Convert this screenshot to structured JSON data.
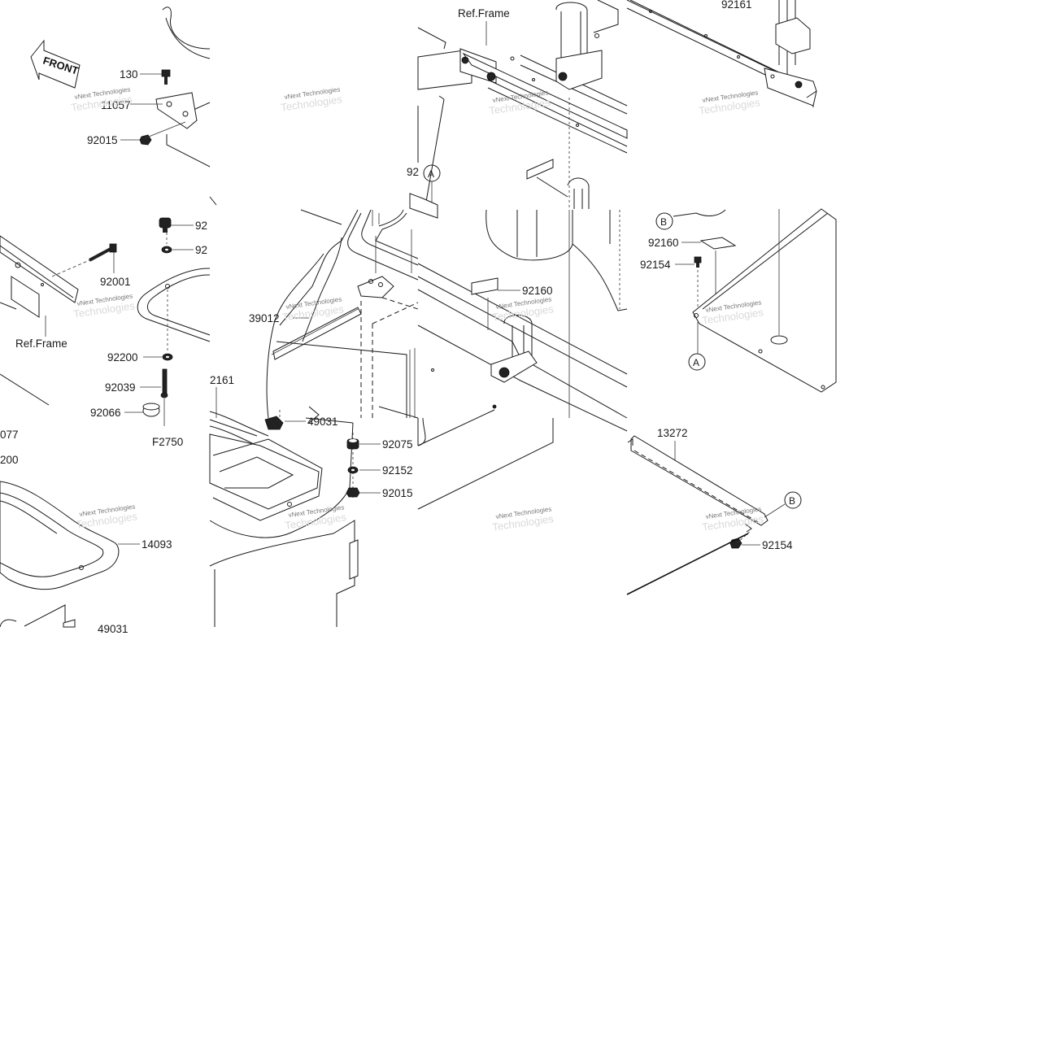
{
  "diagram": {
    "front_label": "FRONT",
    "figure_code": "F2750",
    "ref_frame_label": "Ref.Frame",
    "parts": {
      "p130": "130",
      "p11057": "11057",
      "p92015_top": "92015",
      "p92161_top": "92161",
      "p92_a": "92",
      "p92_b": "92",
      "p92_c": "92",
      "p92001": "92001",
      "p92200": "92200",
      "p92039": "92039",
      "p92066": "92066",
      "p39012": "39012",
      "p49031": "49031",
      "p92160_mid": "92160",
      "p92160_right": "92160",
      "p92154_top": "92154",
      "p92075": "92075",
      "p92152": "92152",
      "p92015_bot": "92015",
      "p2161": "2161",
      "p077": "077",
      "p200": "200",
      "p14093": "14093",
      "p13272": "13272",
      "p92154_bot": "92154",
      "p49031_cut": "49031"
    },
    "callouts": {
      "a": "A",
      "b": "B"
    },
    "watermark": {
      "line1": "vNext Technologies",
      "line2": "Technologies"
    }
  }
}
